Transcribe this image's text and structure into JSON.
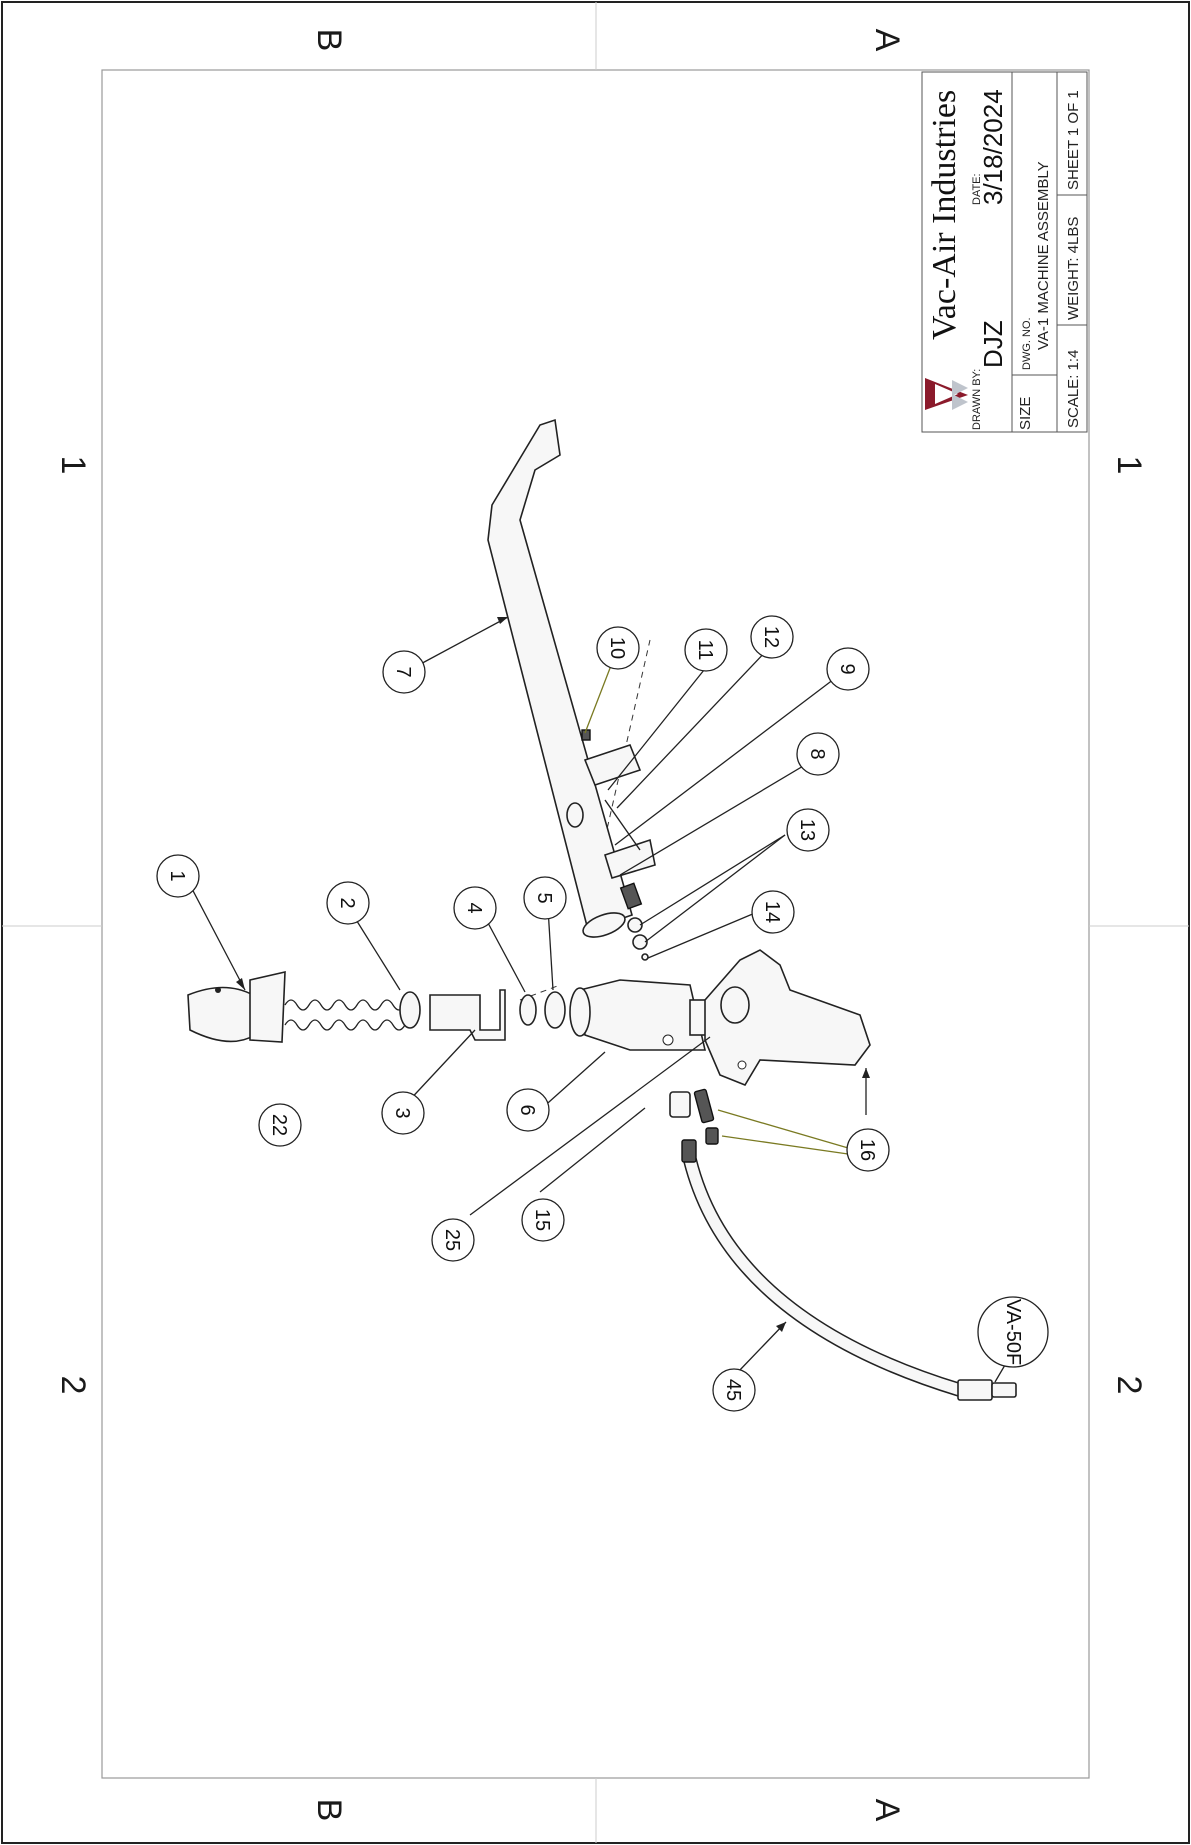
{
  "zones": {
    "top_left": "B",
    "top_right": "A",
    "bottom_left": "B",
    "bottom_right": "A",
    "left_top": "1",
    "left_bottom": "2",
    "right_top": "1",
    "right_bottom": "2"
  },
  "title_block": {
    "company": "Vac-Air Industries",
    "drawn_by_label": "DRAWN BY:",
    "drawn_by": "DJZ",
    "date_label": "DATE:",
    "date": "3/18/2024",
    "size_label": "SIZE",
    "dwg_no_label": "DWG. NO.",
    "dwg_no": "VA-1 MACHINE ASSEMBLY",
    "scale": "SCALE: 1:4",
    "weight": "WEIGHT: 4LBS",
    "sheet": "SHEET 1 OF 1",
    "logo_color": "#8b1a2b"
  },
  "balloons": [
    {
      "id": "b1",
      "label": "1"
    },
    {
      "id": "b2",
      "label": "2"
    },
    {
      "id": "b3",
      "label": "3"
    },
    {
      "id": "b4",
      "label": "4"
    },
    {
      "id": "b5",
      "label": "5"
    },
    {
      "id": "b6",
      "label": "6"
    },
    {
      "id": "b7",
      "label": "7"
    },
    {
      "id": "b8",
      "label": "8"
    },
    {
      "id": "b9",
      "label": "9"
    },
    {
      "id": "b10",
      "label": "10"
    },
    {
      "id": "b11",
      "label": "11"
    },
    {
      "id": "b12",
      "label": "12"
    },
    {
      "id": "b13",
      "label": "13"
    },
    {
      "id": "b14",
      "label": "14"
    },
    {
      "id": "b15",
      "label": "15"
    },
    {
      "id": "b16",
      "label": "16"
    },
    {
      "id": "b22",
      "label": "22"
    },
    {
      "id": "b25",
      "label": "25"
    },
    {
      "id": "b45",
      "label": "45"
    },
    {
      "id": "bva50f",
      "label": "VA-50F"
    }
  ]
}
